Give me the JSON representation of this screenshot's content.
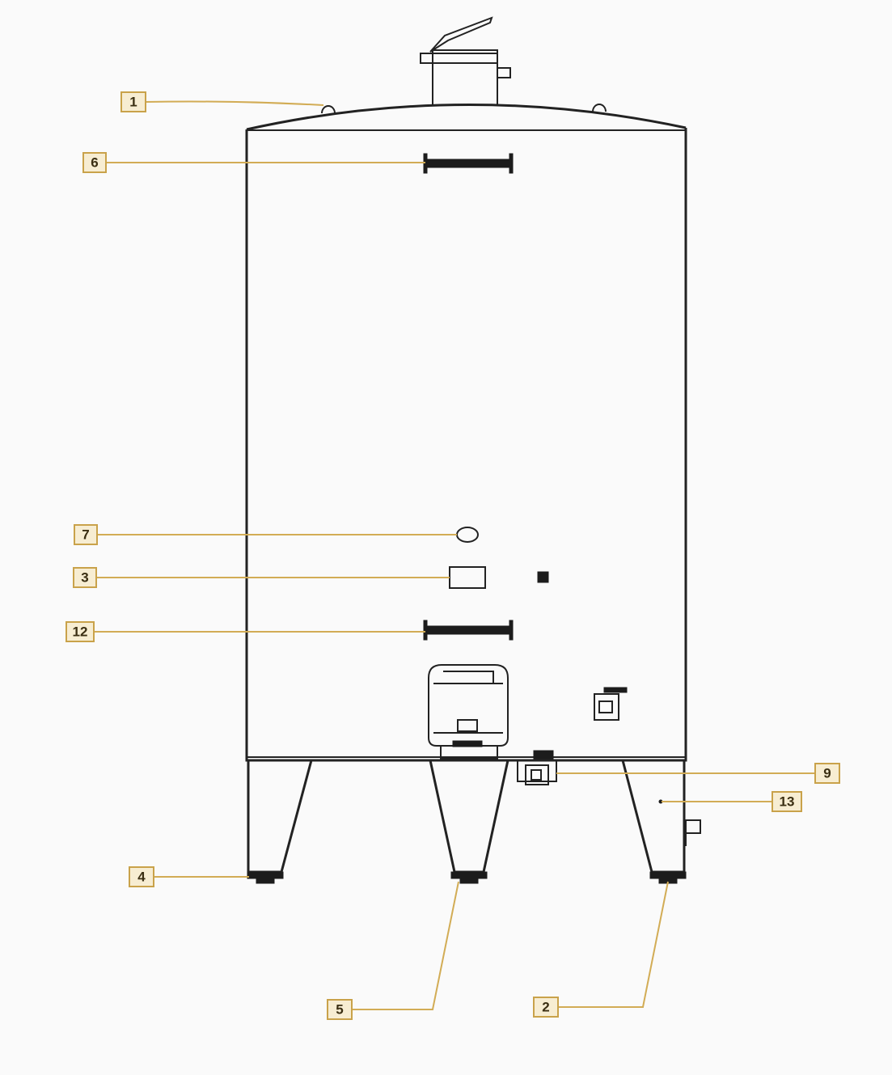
{
  "labels": {
    "l1": "1",
    "l2": "2",
    "l3": "3",
    "l4": "4",
    "l5": "5",
    "l6": "6",
    "l7": "7",
    "l9": "9",
    "l12": "12",
    "l13": "13"
  },
  "colors": {
    "label_fill": "#f7edd2",
    "label_border": "#c9a24a",
    "leader_line": "#d2ac55",
    "outline": "#222222"
  }
}
